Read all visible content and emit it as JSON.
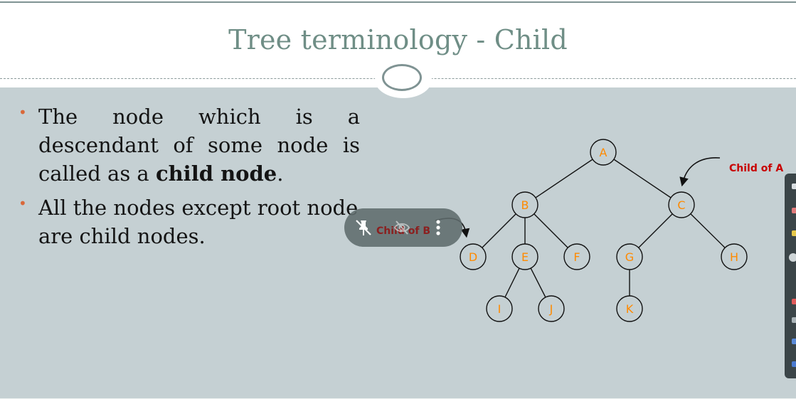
{
  "slide": {
    "title": "Tree terminology - Child",
    "bullets": [
      {
        "pre": "The node which is a descendant of some node is called as a ",
        "bold": "child node",
        "post": "."
      },
      {
        "pre": "All the nodes except root node are child nodes.",
        "bold": "",
        "post": ""
      }
    ]
  },
  "tree": {
    "nodes": [
      {
        "id": "A",
        "label": "A"
      },
      {
        "id": "B",
        "label": "B"
      },
      {
        "id": "C",
        "label": "C"
      },
      {
        "id": "D",
        "label": "D"
      },
      {
        "id": "E",
        "label": "E"
      },
      {
        "id": "F",
        "label": "F"
      },
      {
        "id": "G",
        "label": "G"
      },
      {
        "id": "H",
        "label": "H"
      },
      {
        "id": "I",
        "label": "I"
      },
      {
        "id": "J",
        "label": "J"
      },
      {
        "id": "K",
        "label": "K"
      }
    ],
    "edges": [
      [
        "A",
        "B"
      ],
      [
        "A",
        "C"
      ],
      [
        "B",
        "D"
      ],
      [
        "B",
        "E"
      ],
      [
        "B",
        "F"
      ],
      [
        "C",
        "G"
      ],
      [
        "C",
        "H"
      ],
      [
        "E",
        "I"
      ],
      [
        "E",
        "J"
      ],
      [
        "G",
        "K"
      ]
    ],
    "annotations": {
      "child_of_a": "Child of A",
      "child_of_b": "Child of B"
    }
  },
  "toolbar": {
    "pin_icon": "unpin-icon",
    "visibility_icon": "hide-icon",
    "more_icon": "more-vertical-icon"
  },
  "colors": {
    "title": "#6f8e86",
    "body_bg": "#c5d0d3",
    "node_label": "#ff8a00",
    "annotation": "#c80000",
    "bullet_marker": "#d9683a"
  }
}
